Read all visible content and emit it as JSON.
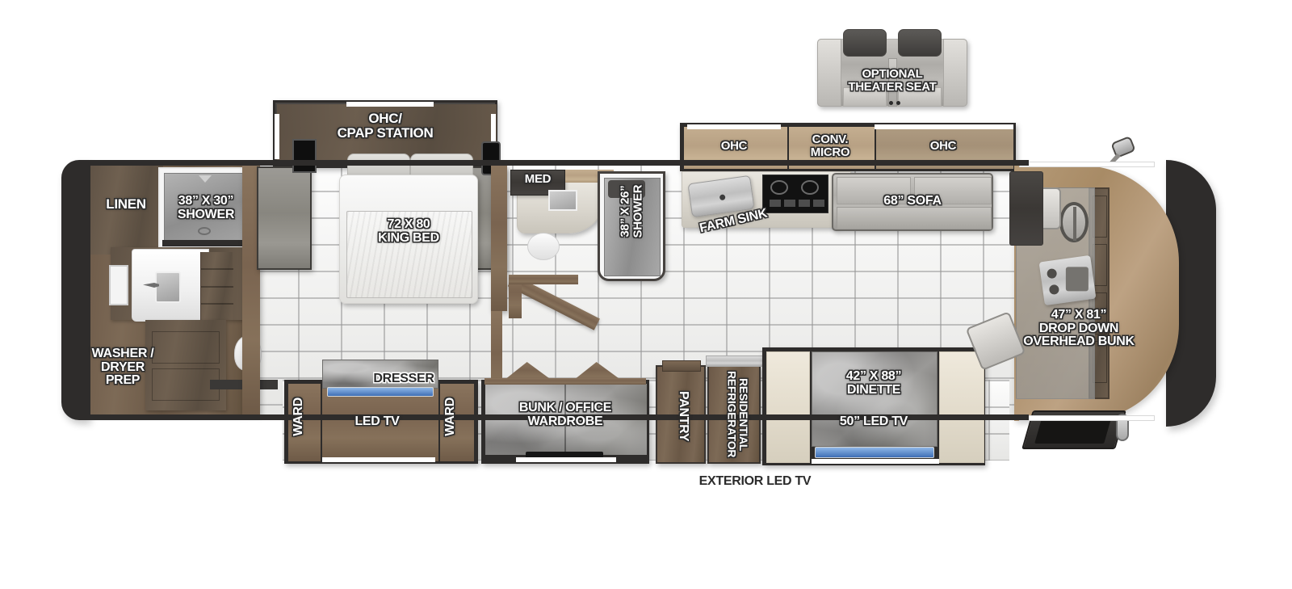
{
  "floorplan": {
    "title": "RV Motorhome Floorplan",
    "orientation": "rear-left to front-right",
    "background_color": "#ffffff",
    "tile_floor_color": "#f2f2f0",
    "label_text_color": "#ffffff",
    "label_outline_color": "#2c2c2c",
    "dark_label_color": "#2b2b2b"
  },
  "inset": {
    "theater_seat_label": "OPTIONAL\nTHEATER SEAT"
  },
  "rooms": {
    "rear_bath": {
      "linen": "LINEN",
      "shower": "38” X 30”\nSHOWER",
      "washer_dryer": "WASHER /\nDRYER\nPREP"
    },
    "bedroom": {
      "ohc_cpap": "OHC/\nCPAP STATION",
      "king_bed": "72 X 80\nKING BED",
      "dresser": "DRESSER",
      "led_tv": "LED TV",
      "ward_left": "WARD",
      "ward_right": "WARD"
    },
    "mid_bath": {
      "med": "MED",
      "shower": "38” X 26”\nSHOWER"
    },
    "galley": {
      "ohc_left": "OHC",
      "conv_micro": "CONV.\nMICRO",
      "ohc_right": "OHC",
      "sofa": "68” SOFA",
      "farm_sink": "FARM SINK"
    },
    "living": {
      "bunk_office_wardrobe": "BUNK / OFFICE\nWARDROBE",
      "pantry": "PANTRY",
      "refrigerator": "RESIDENTIAL\nREFRIGERATOR",
      "dinette": "42” X 88”\nDINETTE",
      "led_tv_50": "50” LED TV"
    },
    "cab": {
      "overhead_bunk": "47” X 81”\nDROP DOWN\nOVERHEAD BUNK"
    },
    "exterior": {
      "exterior_led_tv": "EXTERIOR LED TV"
    }
  }
}
